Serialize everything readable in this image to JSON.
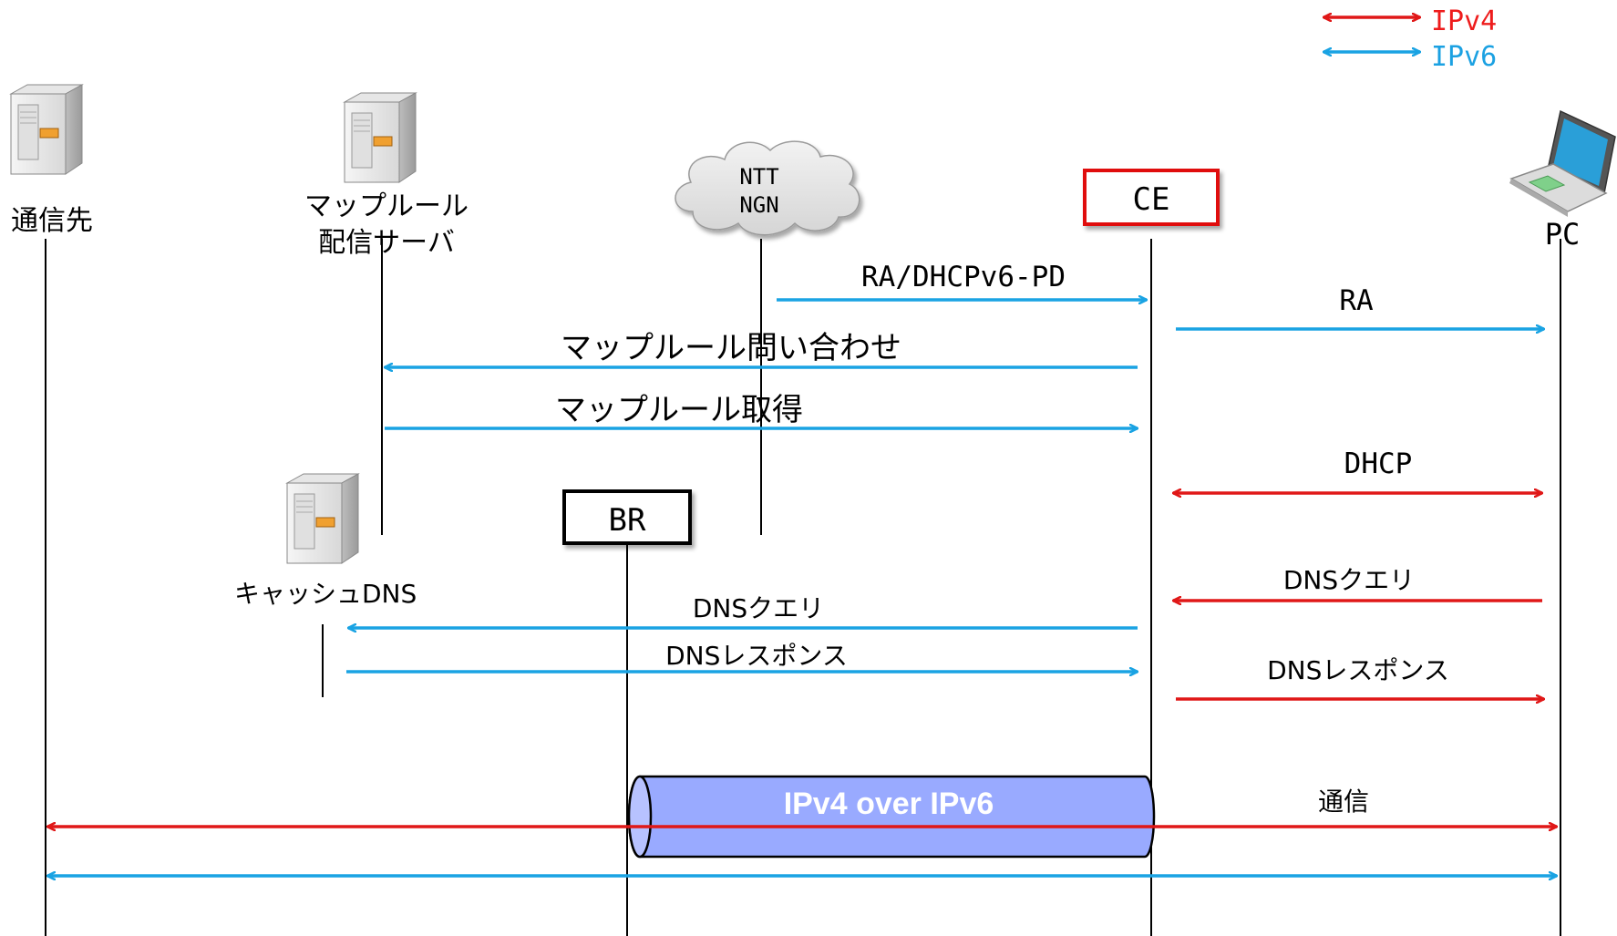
{
  "legend": {
    "ipv4_label": "IPv4",
    "ipv6_label": "IPv6",
    "ipv4_color": "#ee1c1c",
    "ipv6_color": "#1ba1e2"
  },
  "nodes": {
    "destination": "通信先",
    "map_server_line1": "マップルール",
    "map_server_line2": "配信サーバ",
    "cloud_line1": "NTT",
    "cloud_line2": "NGN",
    "ce": "CE",
    "pc": "PC",
    "br": "BR",
    "cache_dns": "キャッシュDNS",
    "tunnel": "IPv4 over IPv6"
  },
  "messages": {
    "ra_dhcp": "RA/DHCPv6-PD",
    "ra": "RA",
    "map_query": "マップルール問い合わせ",
    "map_get": "マップルール取得",
    "dhcp": "DHCP",
    "dns_query_ce": "DNSクエリ",
    "dns_query_pc": "DNSクエリ",
    "dns_resp_ce": "DNSレスポンス",
    "dns_resp_pc": "DNSレスポンス",
    "comm": "通信"
  },
  "colors": {
    "ce_border": "#e01010",
    "br_border": "#000000",
    "tunnel_fill": "#99aaff",
    "tunnel_text": "#ffffff"
  }
}
